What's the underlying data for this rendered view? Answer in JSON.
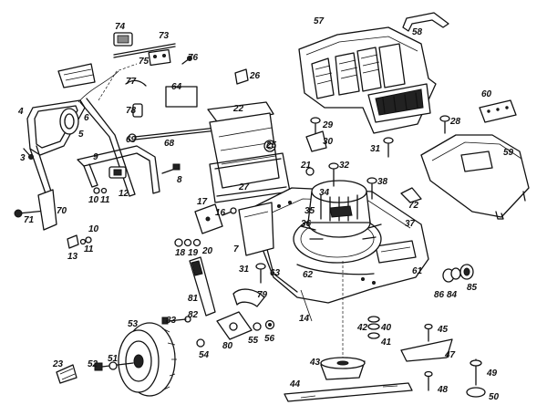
{
  "labels": {
    "p3": "3",
    "p4": "4",
    "p5": "5",
    "p6": "6",
    "p7": "7",
    "p8": "8",
    "p9": "9",
    "p10a": "10",
    "p10b": "10",
    "p11a": "11",
    "p11b": "11",
    "p12": "12",
    "p13": "13",
    "p14": "14",
    "p16": "16",
    "p17": "17",
    "p18": "18",
    "p19": "19",
    "p20": "20",
    "p21": "21",
    "p22": "22",
    "p23": "23",
    "p25": "25",
    "p26": "26",
    "p27": "27",
    "p28": "28",
    "p29": "29",
    "p30": "30",
    "p31a": "31",
    "p31b": "31",
    "p32": "32",
    "p34": "34",
    "p35": "35",
    "p36": "36",
    "p37": "37",
    "p38": "38",
    "p40": "40",
    "p41": "41",
    "p42": "42",
    "p43": "43",
    "p44": "44",
    "p45": "45",
    "p47": "47",
    "p48": "48",
    "p49": "49",
    "p50": "50",
    "p51": "51",
    "p52": "52",
    "p53": "53",
    "p54": "54",
    "p55": "55",
    "p56": "56",
    "p57": "57",
    "p58": "58",
    "p59": "59",
    "p60": "60",
    "p61": "61",
    "p62": "62",
    "p63": "63",
    "p64": "64",
    "p68": "68",
    "p69": "69",
    "p70": "70",
    "p71": "71",
    "p72": "72",
    "p73": "73",
    "p74": "74",
    "p75": "75",
    "p76": "76",
    "p77": "77",
    "p78": "78",
    "p79": "79",
    "p80": "80",
    "p81": "81",
    "p82": "82",
    "p83": "83",
    "p84": "84",
    "p85": "85",
    "p86": "86"
  }
}
